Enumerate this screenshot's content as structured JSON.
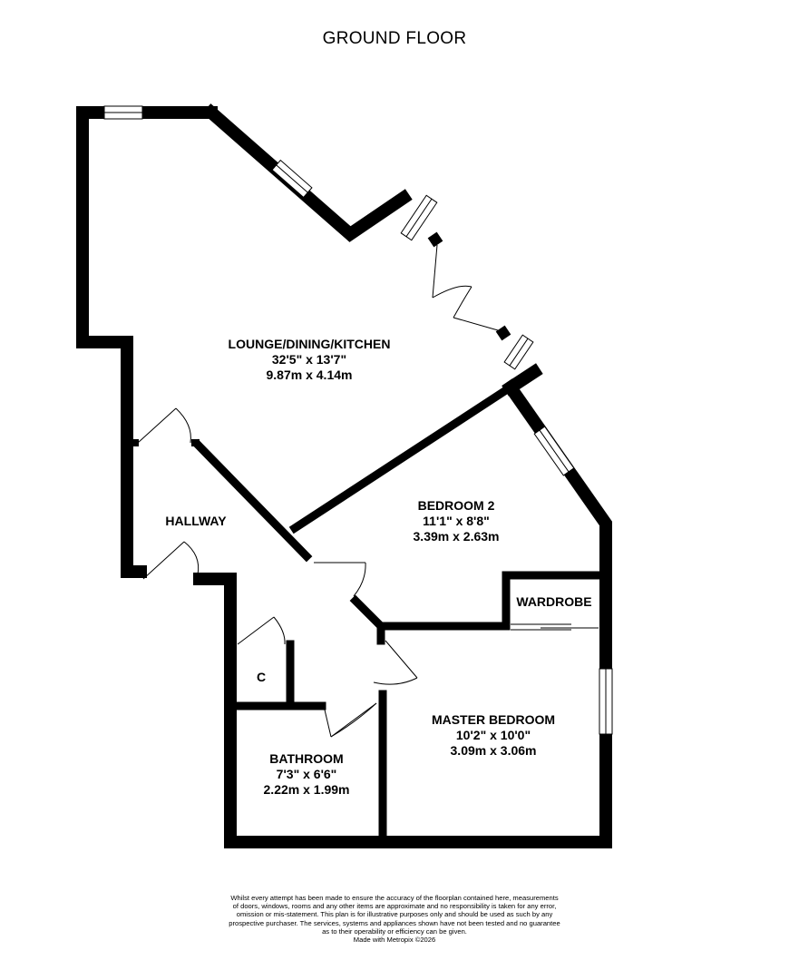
{
  "floor_title": "GROUND FLOOR",
  "rooms": {
    "lounge": {
      "name": "LOUNGE/DINING/KITCHEN",
      "imperial": "32'5\"  x 13'7\"",
      "metric": "9.87m  x 4.14m"
    },
    "bedroom2": {
      "name": "BEDROOM 2",
      "imperial": "11'1\"  x 8'8\"",
      "metric": "3.39m  x 2.63m"
    },
    "master": {
      "name": "MASTER BEDROOM",
      "imperial": "10'2\"  x 10'0\"",
      "metric": "3.09m  x 3.06m"
    },
    "bathroom": {
      "name": "BATHROOM",
      "imperial": "7'3\"  x 6'6\"",
      "metric": "2.22m  x 1.99m"
    },
    "hallway": {
      "name": "HALLWAY"
    },
    "wardrobe": {
      "name": "WARDROBE"
    },
    "cupboard": {
      "name": "C"
    }
  },
  "disclaimer": {
    "line1": "Whilst every attempt has been made to ensure the accuracy of the floorplan contained here, measurements",
    "line2": "of doors, windows, rooms and any other items are approximate and no responsibility is taken for any error,",
    "line3": "omission or mis-statement. This plan is for illustrative purposes only and should be used as such by any",
    "line4": "prospective purchaser. The services, systems and appliances shown have not been tested and no guarantee",
    "line5": "as to their operability or efficiency can be given.",
    "credit": "Made with Metropix ©2026"
  }
}
